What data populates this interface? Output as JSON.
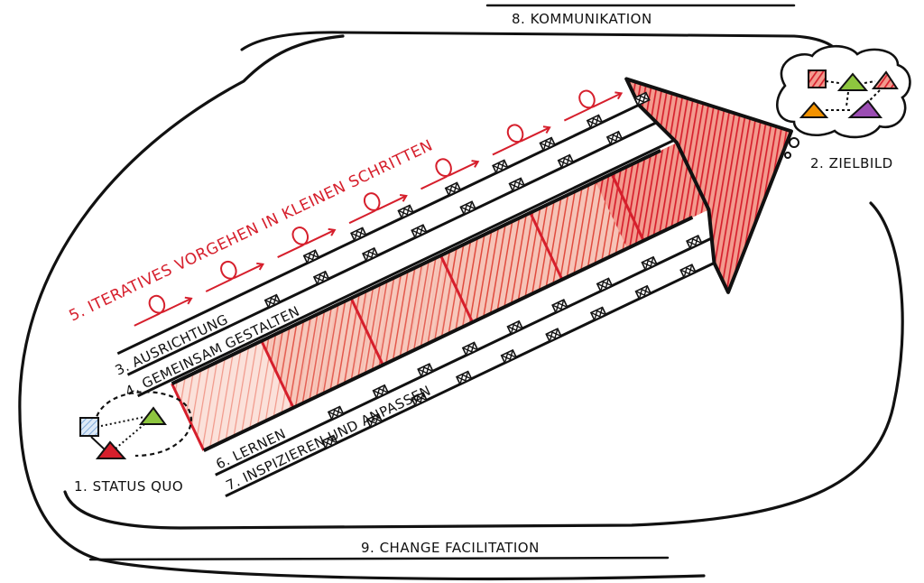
{
  "colors": {
    "red": "#d61f2c",
    "pale_red": "#f2a79a",
    "ink": "#111111",
    "blue": "#a8c8ec",
    "green": "#8ec63f",
    "orange": "#f39200",
    "purple": "#9b4db3"
  },
  "labels": {
    "kommunikation": "8. KOMMUNIKATION",
    "change_facilitation": "9. CHANGE FACILITATION",
    "status_quo": "1. STATUS QUO",
    "zielbild": "2. ZIELBILD",
    "ausrichtung": "3. AUSRICHTUNG",
    "gemeinsam": "4. GEMEINSAM GESTALTEN",
    "iterativ": "5. ITERATIVES VORGEHEN IN KLEINEN SCHRITTEN",
    "lernen": "6. LERNEN",
    "inspizieren": "7. INSPIZIEREN UND ANPASSEN"
  },
  "icons": {
    "status_quo": [
      "blue-square-icon",
      "green-triangle-icon",
      "red-triangle-icon"
    ],
    "zielbild": [
      "red-square-icon",
      "green-triangle-icon",
      "red-triangle-icon",
      "orange-triangle-icon",
      "purple-triangle-icon"
    ],
    "track_marker": "rail-marker-icon",
    "iteration_loop": "loop-arrow-icon"
  }
}
